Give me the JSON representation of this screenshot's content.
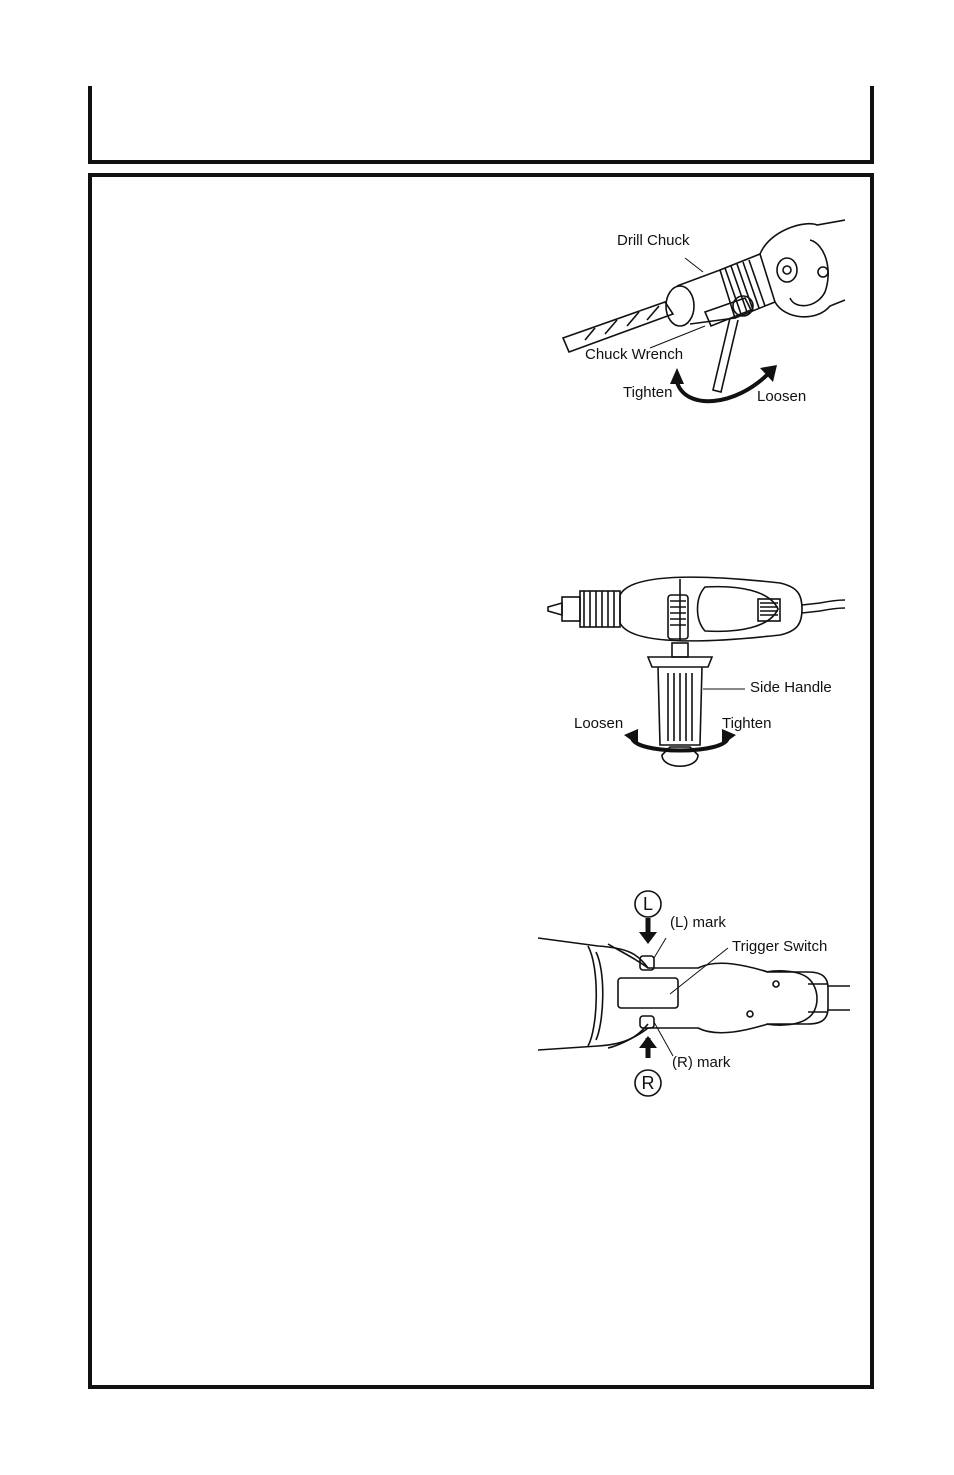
{
  "figure1": {
    "labels": {
      "drill_chuck": "Drill Chuck",
      "chuck_wrench": "Chuck Wrench",
      "tighten": "Tighten",
      "loosen": "Loosen"
    }
  },
  "figure2": {
    "labels": {
      "side_handle": "Side Handle",
      "loosen": "Loosen",
      "tighten": "Tighten"
    }
  },
  "figure3": {
    "labels": {
      "l_symbol": "L",
      "l_mark": "(L) mark",
      "trigger_switch": "Trigger Switch",
      "r_mark": "(R) mark",
      "r_symbol": "R"
    }
  }
}
